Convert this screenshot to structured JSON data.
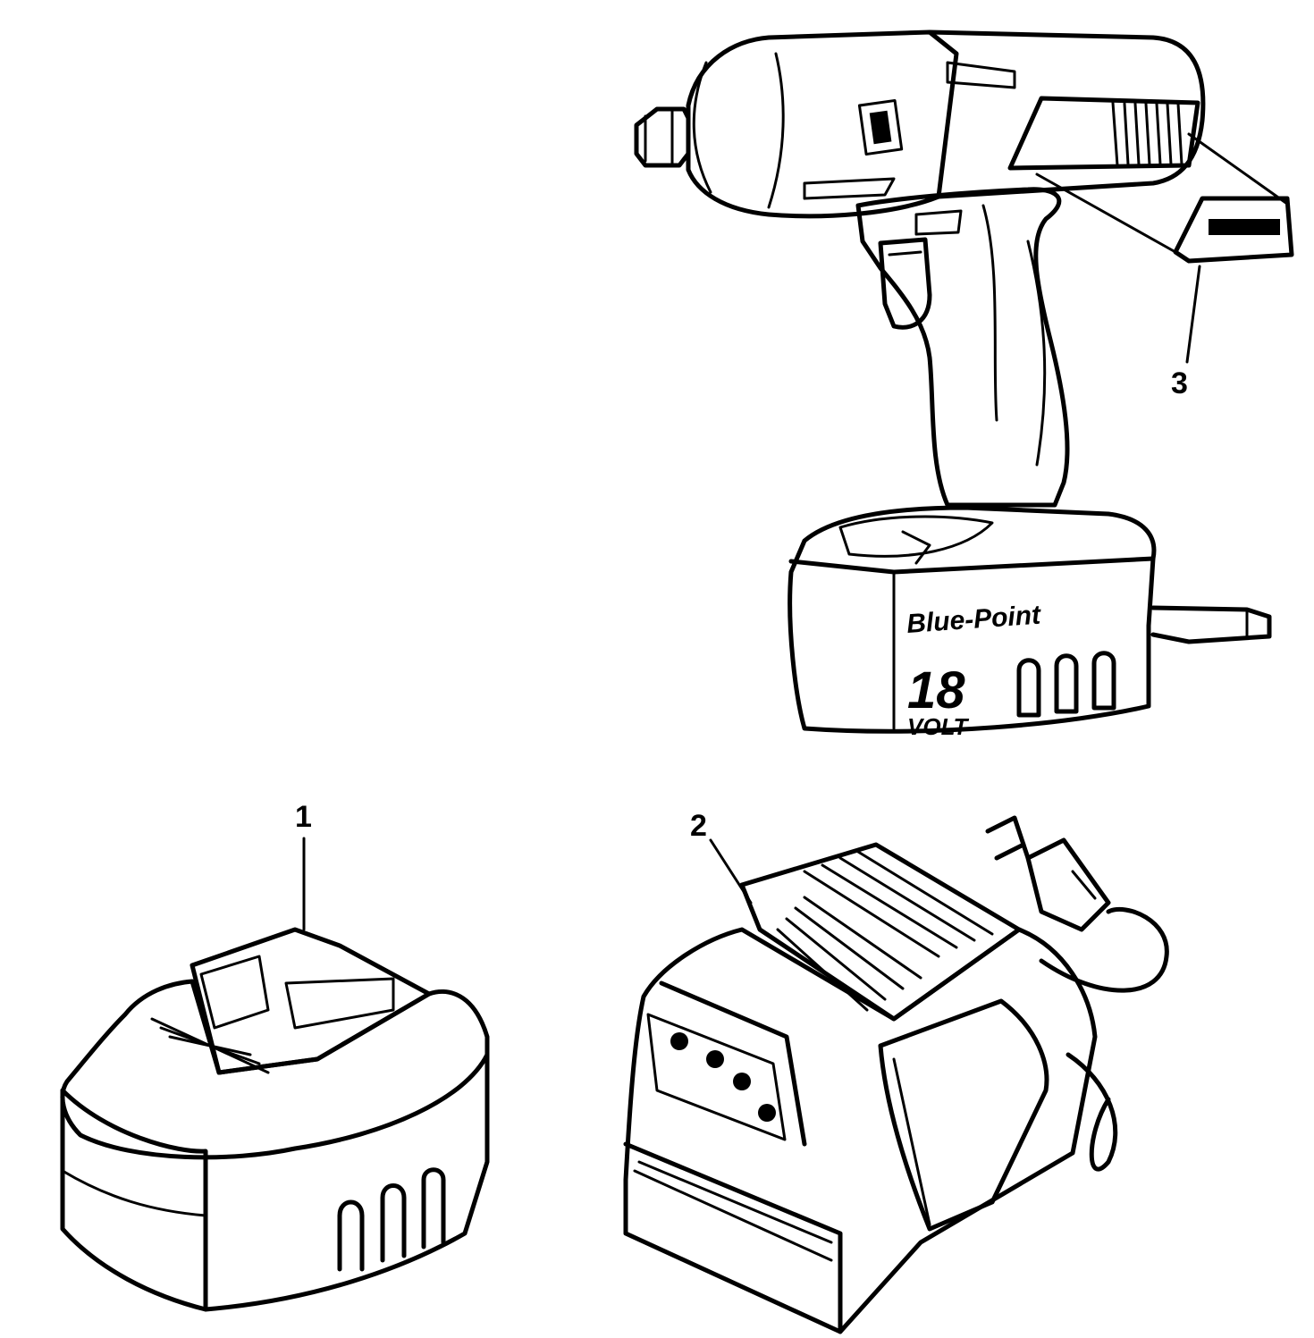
{
  "callouts": {
    "battery": "1",
    "charger": "2",
    "belt_clip": "3"
  },
  "tool": {
    "brand_script": "Blue-Point",
    "voltage_number": "18",
    "voltage_unit": "VOLT"
  }
}
